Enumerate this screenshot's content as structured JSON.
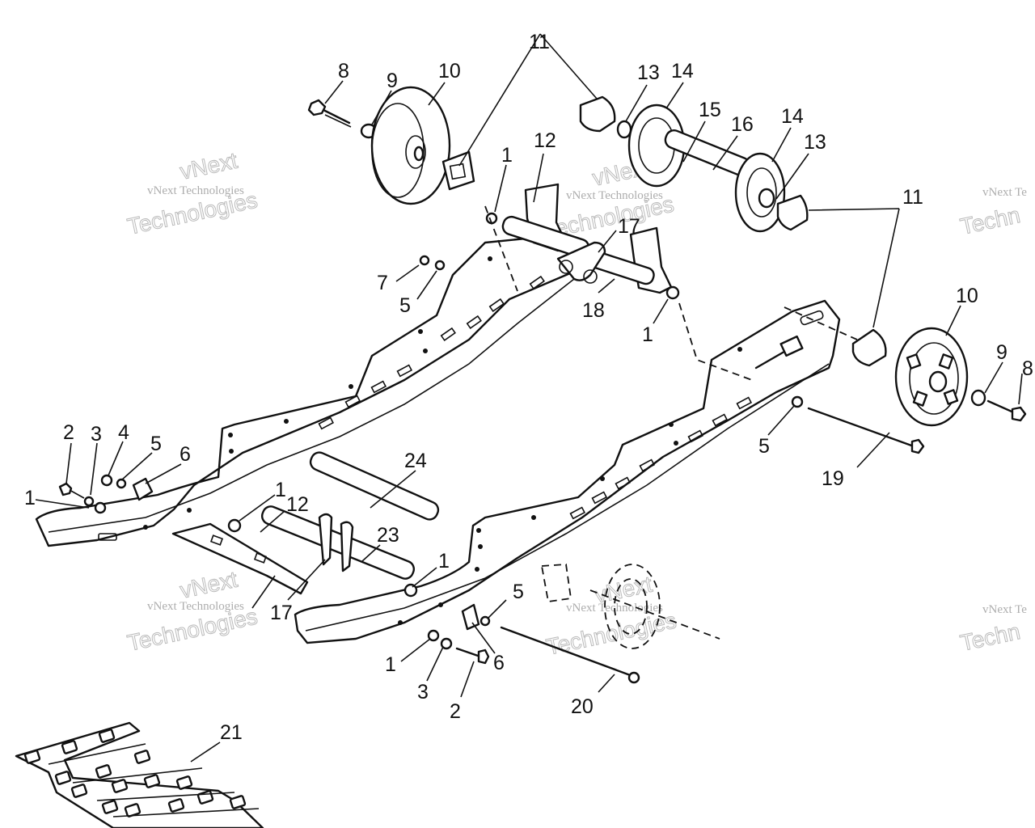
{
  "callouts": [
    "8",
    "9",
    "10",
    "11",
    "13",
    "14",
    "15",
    "16",
    "14",
    "13",
    "1",
    "12",
    "11",
    "17",
    "7",
    "5",
    "18",
    "1",
    "10",
    "9",
    "8",
    "5",
    "19",
    "2",
    "3",
    "4",
    "5",
    "6",
    "24",
    "1",
    "1",
    "12",
    "23",
    "1",
    "17",
    "5",
    "1",
    "3",
    "6",
    "2",
    "20",
    "21"
  ],
  "watermark": {
    "line1": "vNext Technologies",
    "line2": "vNext",
    "line3": "Technologies",
    "edge_small": "vNext Te",
    "edge_big": "Techn"
  }
}
